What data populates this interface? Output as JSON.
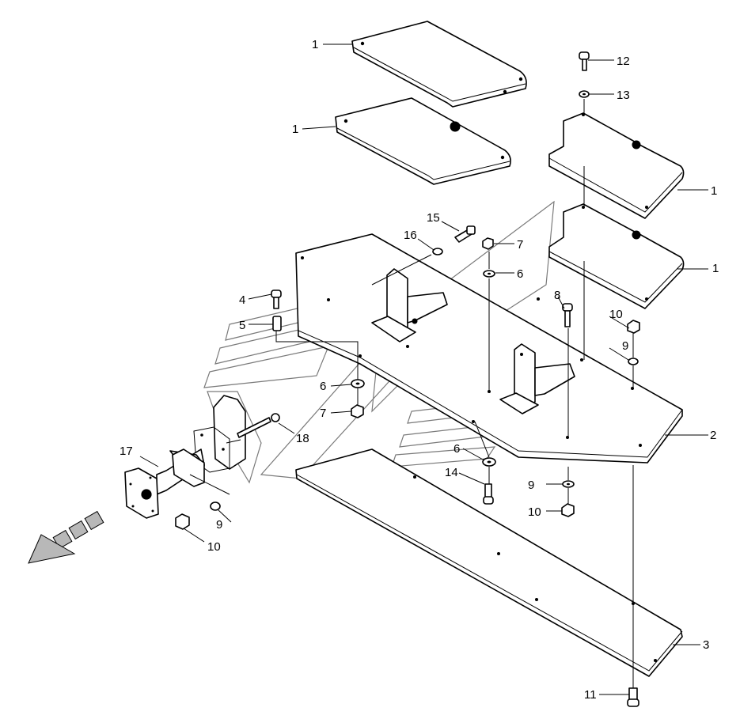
{
  "callouts": {
    "c1a": "1",
    "c1b": "1",
    "c1c": "1",
    "c1d": "1",
    "c2": "2",
    "c3": "3",
    "c4": "4",
    "c5": "5",
    "c6a": "6",
    "c6b": "6",
    "c6c": "6",
    "c7a": "7",
    "c7b": "7",
    "c8": "8",
    "c9a": "9",
    "c9b": "9",
    "c9c": "9",
    "c10a": "10",
    "c10b": "10",
    "c10c": "10",
    "c11": "11",
    "c12": "12",
    "c13": "13",
    "c14": "14",
    "c15": "15",
    "c16": "16",
    "c17": "17",
    "c18": "18"
  },
  "icons": {
    "direction_arrow": "direction-arrow-icon"
  }
}
